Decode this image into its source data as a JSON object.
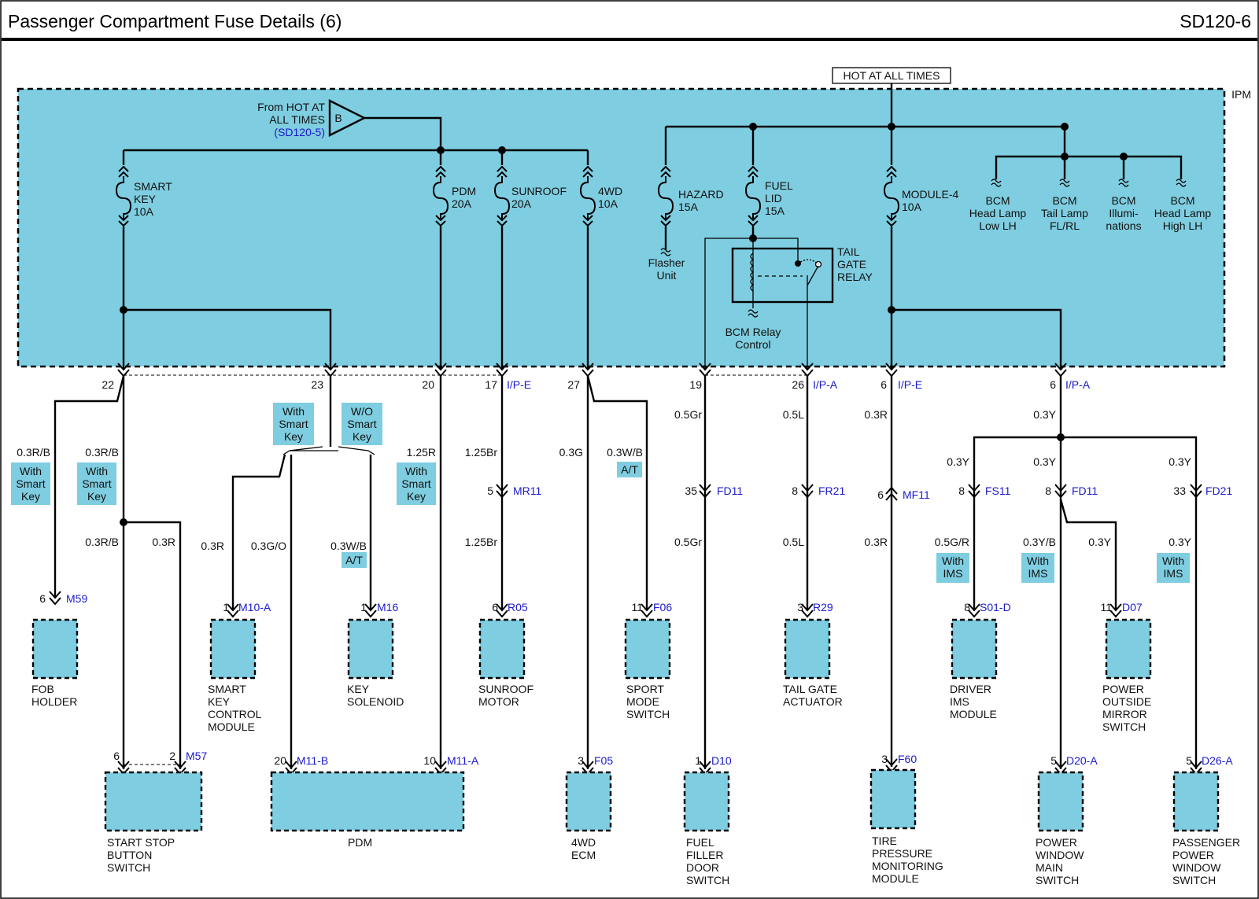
{
  "header": {
    "title": "Passenger Compartment Fuse Details (6)",
    "code": "SD120-6"
  },
  "ipm": {
    "label": "IPM",
    "hot_label": "HOT AT ALL TIMES",
    "from_lines": [
      "From HOT AT",
      "ALL TIMES"
    ],
    "from_ref": "(SD120-5)",
    "from_letter": "B"
  },
  "fuses": [
    {
      "id": "smart-key",
      "lines": [
        "SMART",
        "KEY",
        "10A"
      ]
    },
    {
      "id": "pdm",
      "lines": [
        "PDM",
        "20A"
      ]
    },
    {
      "id": "sunroof",
      "lines": [
        "SUNROOF",
        "20A"
      ]
    },
    {
      "id": "4wd",
      "lines": [
        "4WD",
        "10A"
      ]
    },
    {
      "id": "hazard",
      "lines": [
        "HAZARD",
        "15A"
      ]
    },
    {
      "id": "fuel-lid",
      "lines": [
        "FUEL",
        "LID",
        "15A"
      ]
    },
    {
      "id": "module-4",
      "lines": [
        "MODULE-4",
        "10A"
      ]
    }
  ],
  "labels": {
    "flasher": [
      "Flasher",
      "Unit"
    ],
    "relay": [
      "TAIL",
      "GATE",
      "RELAY"
    ],
    "relay_ctrl": [
      "BCM Relay",
      "Control"
    ],
    "bcm": [
      {
        "id": "bcm-low",
        "lines": [
          "BCM",
          "Head Lamp",
          "Low LH"
        ]
      },
      {
        "id": "bcm-tail",
        "lines": [
          "BCM",
          "Tail Lamp",
          "FL/RL"
        ]
      },
      {
        "id": "bcm-illum",
        "lines": [
          "BCM",
          "Illumi-",
          "nations"
        ]
      },
      {
        "id": "bcm-high",
        "lines": [
          "BCM",
          "Head Lamp",
          "High LH"
        ]
      }
    ]
  },
  "pins": [
    {
      "id": "pin-22",
      "pin": "22",
      "conn": ""
    },
    {
      "id": "pin-23",
      "pin": "23",
      "conn": ""
    },
    {
      "id": "pin-20",
      "pin": "20",
      "conn": ""
    },
    {
      "id": "pin-17",
      "pin": "17",
      "conn": "I/P-E"
    },
    {
      "id": "pin-27",
      "pin": "27",
      "conn": ""
    },
    {
      "id": "pin-19",
      "pin": "19",
      "conn": ""
    },
    {
      "id": "pin-26",
      "pin": "26",
      "conn": "I/P-A"
    },
    {
      "id": "pin-6e",
      "pin": "6",
      "conn": "I/P-E"
    },
    {
      "id": "pin-6a",
      "pin": "6",
      "conn": "I/P-A"
    }
  ],
  "connectors": [
    {
      "id": "c-mr11",
      "pin": "5",
      "conn": "MR11"
    },
    {
      "id": "c-fd11a",
      "pin": "35",
      "conn": "FD11"
    },
    {
      "id": "c-fr21",
      "pin": "8",
      "conn": "FR21"
    },
    {
      "id": "c-mf11",
      "pin": "6",
      "conn": "MF11"
    },
    {
      "id": "c-fs11",
      "pin": "8",
      "conn": "FS11"
    },
    {
      "id": "c-fd11b",
      "pin": "8",
      "conn": "FD11"
    },
    {
      "id": "c-fd21",
      "pin": "33",
      "conn": "FD21"
    },
    {
      "id": "c-m59",
      "pin": "6",
      "conn": "M59"
    },
    {
      "id": "c-m10a",
      "pin": "1",
      "conn": "M10-A"
    },
    {
      "id": "c-m16",
      "pin": "1",
      "conn": "M16"
    },
    {
      "id": "c-r05",
      "pin": "6",
      "conn": "R05"
    },
    {
      "id": "c-f06",
      "pin": "11",
      "conn": "F06"
    },
    {
      "id": "c-r29",
      "pin": "3",
      "conn": "R29"
    },
    {
      "id": "c-s01d",
      "pin": "8",
      "conn": "S01-D"
    },
    {
      "id": "c-d07",
      "pin": "11",
      "conn": "D07"
    },
    {
      "id": "c-m57a",
      "pin": "6",
      "conn": ""
    },
    {
      "id": "c-m57b",
      "pin": "2",
      "conn": "M57"
    },
    {
      "id": "c-m11b",
      "pin": "20",
      "conn": "M11-B"
    },
    {
      "id": "c-m11a",
      "pin": "10",
      "conn": "M11-A"
    },
    {
      "id": "c-f05",
      "pin": "3",
      "conn": "F05"
    },
    {
      "id": "c-d10",
      "pin": "1",
      "conn": "D10"
    },
    {
      "id": "c-f60",
      "pin": "3",
      "conn": "F60"
    },
    {
      "id": "c-d20a",
      "pin": "5",
      "conn": "D20-A"
    },
    {
      "id": "c-d26a",
      "pin": "5",
      "conn": "D26-A"
    }
  ],
  "wire_colors": [
    {
      "id": "w1",
      "text": "0.3R/B"
    },
    {
      "id": "w2",
      "text": "0.3R/B"
    },
    {
      "id": "w3",
      "text": "0.3R/B"
    },
    {
      "id": "w4",
      "text": "0.3R"
    },
    {
      "id": "w5",
      "text": "0.3R"
    },
    {
      "id": "w6",
      "text": "0.3G/O"
    },
    {
      "id": "w7",
      "text": "0.3W/B"
    },
    {
      "id": "w8",
      "text": "1.25R"
    },
    {
      "id": "w9",
      "text": "1.25Br"
    },
    {
      "id": "w10",
      "text": "1.25Br"
    },
    {
      "id": "w11",
      "text": "0.3G"
    },
    {
      "id": "w12",
      "text": "0.3W/B"
    },
    {
      "id": "w13",
      "text": "0.5Gr"
    },
    {
      "id": "w14",
      "text": "0.5Gr"
    },
    {
      "id": "w15",
      "text": "0.5L"
    },
    {
      "id": "w16",
      "text": "0.5L"
    },
    {
      "id": "w17",
      "text": "0.3R"
    },
    {
      "id": "w18",
      "text": "0.3R"
    },
    {
      "id": "w19",
      "text": "0.3Y"
    },
    {
      "id": "w20",
      "text": "0.3Y"
    },
    {
      "id": "w21",
      "text": "0.3Y"
    },
    {
      "id": "w22",
      "text": "0.3Y"
    },
    {
      "id": "w23",
      "text": "0.5G/R"
    },
    {
      "id": "w24",
      "text": "0.3Y/B"
    },
    {
      "id": "w25",
      "text": "0.3Y"
    },
    {
      "id": "w26",
      "text": "0.3Y"
    }
  ],
  "tags": [
    {
      "id": "tag1",
      "lines": [
        "With",
        "Smart",
        "Key"
      ]
    },
    {
      "id": "tag2",
      "lines": [
        "With",
        "Smart",
        "Key"
      ]
    },
    {
      "id": "tag3",
      "lines": [
        "With",
        "Smart",
        "Key"
      ]
    },
    {
      "id": "tag4",
      "lines": [
        "W/O",
        "Smart",
        "Key"
      ]
    },
    {
      "id": "tag5",
      "lines": [
        "With",
        "Smart",
        "Key"
      ]
    },
    {
      "id": "tag6",
      "lines": [
        "A/T"
      ]
    },
    {
      "id": "tag7",
      "lines": [
        "A/T"
      ]
    },
    {
      "id": "tag8",
      "lines": [
        "With",
        "IMS"
      ]
    },
    {
      "id": "tag9",
      "lines": [
        "With",
        "IMS"
      ]
    },
    {
      "id": "tag10",
      "lines": [
        "With",
        "IMS"
      ]
    }
  ],
  "components": [
    {
      "id": "fob-holder",
      "lines": [
        "FOB",
        "HOLDER"
      ]
    },
    {
      "id": "smart-key-module",
      "lines": [
        "SMART",
        "KEY",
        "CONTROL",
        "MODULE"
      ]
    },
    {
      "id": "key-solenoid",
      "lines": [
        "KEY",
        "SOLENOID"
      ]
    },
    {
      "id": "sunroof-motor",
      "lines": [
        "SUNROOF",
        "MOTOR"
      ]
    },
    {
      "id": "sport-mode-switch",
      "lines": [
        "SPORT",
        "MODE",
        "SWITCH"
      ]
    },
    {
      "id": "tail-gate-actuator",
      "lines": [
        "TAIL GATE",
        "ACTUATOR"
      ]
    },
    {
      "id": "driver-ims-module",
      "lines": [
        "DRIVER",
        "IMS",
        "MODULE"
      ]
    },
    {
      "id": "power-mirror-switch",
      "lines": [
        "POWER",
        "OUTSIDE",
        "MIRROR",
        "SWITCH"
      ]
    },
    {
      "id": "start-stop-switch",
      "lines": [
        "START STOP",
        "BUTTON",
        "SWITCH"
      ]
    },
    {
      "id": "pdm-unit",
      "lines": [
        "PDM"
      ]
    },
    {
      "id": "ecm-4wd",
      "lines": [
        "4WD",
        "ECM"
      ]
    },
    {
      "id": "fuel-door-switch",
      "lines": [
        "FUEL",
        "FILLER",
        "DOOR",
        "SWITCH"
      ]
    },
    {
      "id": "tpms-module",
      "lines": [
        "TIRE",
        "PRESSURE",
        "MONITORING",
        "MODULE"
      ]
    },
    {
      "id": "window-main-switch",
      "lines": [
        "POWER",
        "WINDOW",
        "MAIN",
        "SWITCH"
      ]
    },
    {
      "id": "pass-window-switch",
      "lines": [
        "PASSENGER",
        "POWER",
        "WINDOW",
        "SWITCH"
      ]
    }
  ]
}
